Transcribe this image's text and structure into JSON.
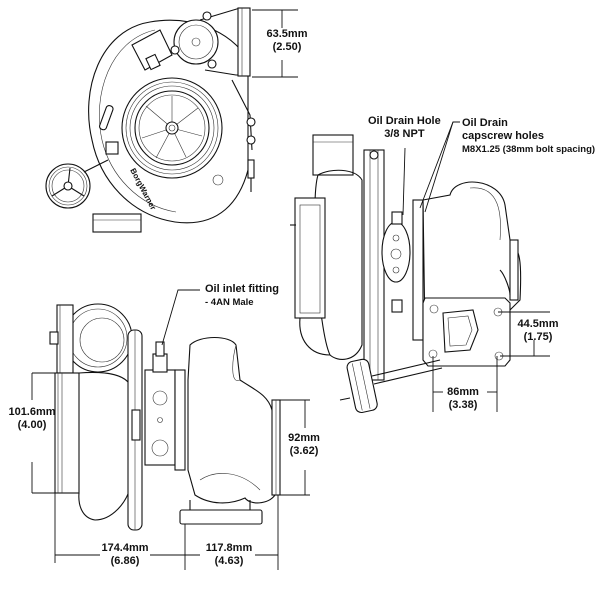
{
  "diagram": {
    "subject": "Turbocharger dimension drawing",
    "brand_mark": "BorgWarner",
    "views": [
      "compressor-front-view",
      "side-view",
      "rear-three-quarter-view"
    ]
  },
  "dimensions": {
    "compressor_outlet": {
      "mm": "63.5mm",
      "in": "(2.50)"
    },
    "compressor_inlet": {
      "mm": "101.6mm",
      "in": "(4.00)"
    },
    "turbine_outlet": {
      "mm": "92mm",
      "in": "(3.62)"
    },
    "overall_width_compressor_side": {
      "mm": "174.4mm",
      "in": "(6.86)"
    },
    "overall_width_turbine_side": {
      "mm": "117.8mm",
      "in": "(4.63)"
    },
    "turbine_flange_height": {
      "mm": "44.5mm",
      "in": "(1.75)"
    },
    "turbine_flange_width": {
      "mm": "86mm",
      "in": "(3.38)"
    }
  },
  "callouts": {
    "oil_inlet": {
      "title": "Oil inlet fitting",
      "detail": "- 4AN Male"
    },
    "oil_drain_hole": {
      "title": "Oil Drain Hole",
      "detail": "3/8 NPT"
    },
    "oil_drain_capscrew": {
      "title": "Oil Drain",
      "line2": "capscrew holes",
      "detail": "M8X1.25 (38mm bolt spacing)"
    }
  }
}
